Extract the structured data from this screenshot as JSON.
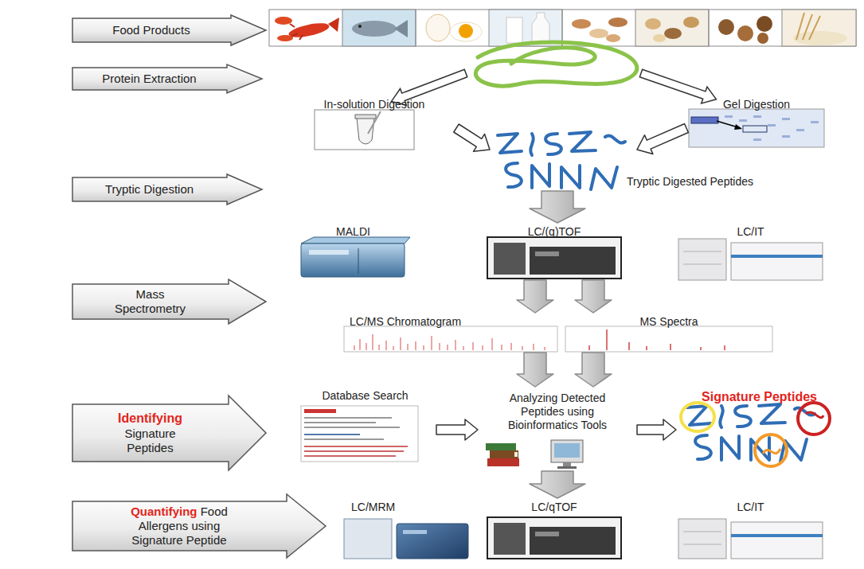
{
  "diagram": {
    "nodes": [
      {
        "text": [
          "Food Products"
        ]
      },
      {
        "text": [
          "Protein Extraction"
        ]
      },
      {
        "text": [
          "In-solution Digestion"
        ]
      },
      {
        "text": [
          "Gel Digestion"
        ]
      },
      {
        "text": [
          "Tryptic Digestion"
        ]
      },
      {
        "text": [
          "Tryptic Digested Peptides"
        ]
      },
      {
        "text": [
          "MALDI"
        ]
      },
      {
        "text": [
          "LC/(q)TOF"
        ]
      },
      {
        "text": [
          "LC/IT"
        ]
      },
      {
        "text": [
          "Mass Spectrometry"
        ]
      },
      {
        "text": [
          "LC/MS Chromatogram"
        ]
      },
      {
        "text": [
          "MS Spectra"
        ]
      },
      {
        "text": [
          "Identifying",
          "Signature Peptides"
        ]
      },
      {
        "text": [
          "Database Search"
        ]
      },
      {
        "text": [
          "Analyzing Detected Peptides using Bioinformatics Tools"
        ]
      },
      {
        "text": [
          "Signature Peptides"
        ]
      },
      {
        "text": [
          "Quantifying",
          "Food Allergens using Signature Peptide"
        ]
      },
      {
        "text": [
          "LC/MRM"
        ]
      },
      {
        "text": [
          "LC/qTOF"
        ]
      },
      {
        "text": [
          "LC/IT"
        ]
      }
    ],
    "edges": [
      {
        "from": 2,
        "to": 5,
        "arrow": "to"
      },
      {
        "from": 3,
        "to": 5,
        "arrow": "to"
      },
      {
        "from": 5,
        "to": 7,
        "arrow": "to"
      },
      {
        "from": 7,
        "to": 10,
        "arrow": "to"
      },
      {
        "from": 7,
        "to": 11,
        "arrow": "to"
      },
      {
        "from": 10,
        "to": 14,
        "arrow": "to"
      },
      {
        "from": 11,
        "to": 14,
        "arrow": "to"
      },
      {
        "from": 13,
        "to": 14,
        "arrow": "to"
      },
      {
        "from": 14,
        "to": 15,
        "arrow": "to"
      },
      {
        "from": 14,
        "to": 18,
        "arrow": "to"
      }
    ]
  }
}
